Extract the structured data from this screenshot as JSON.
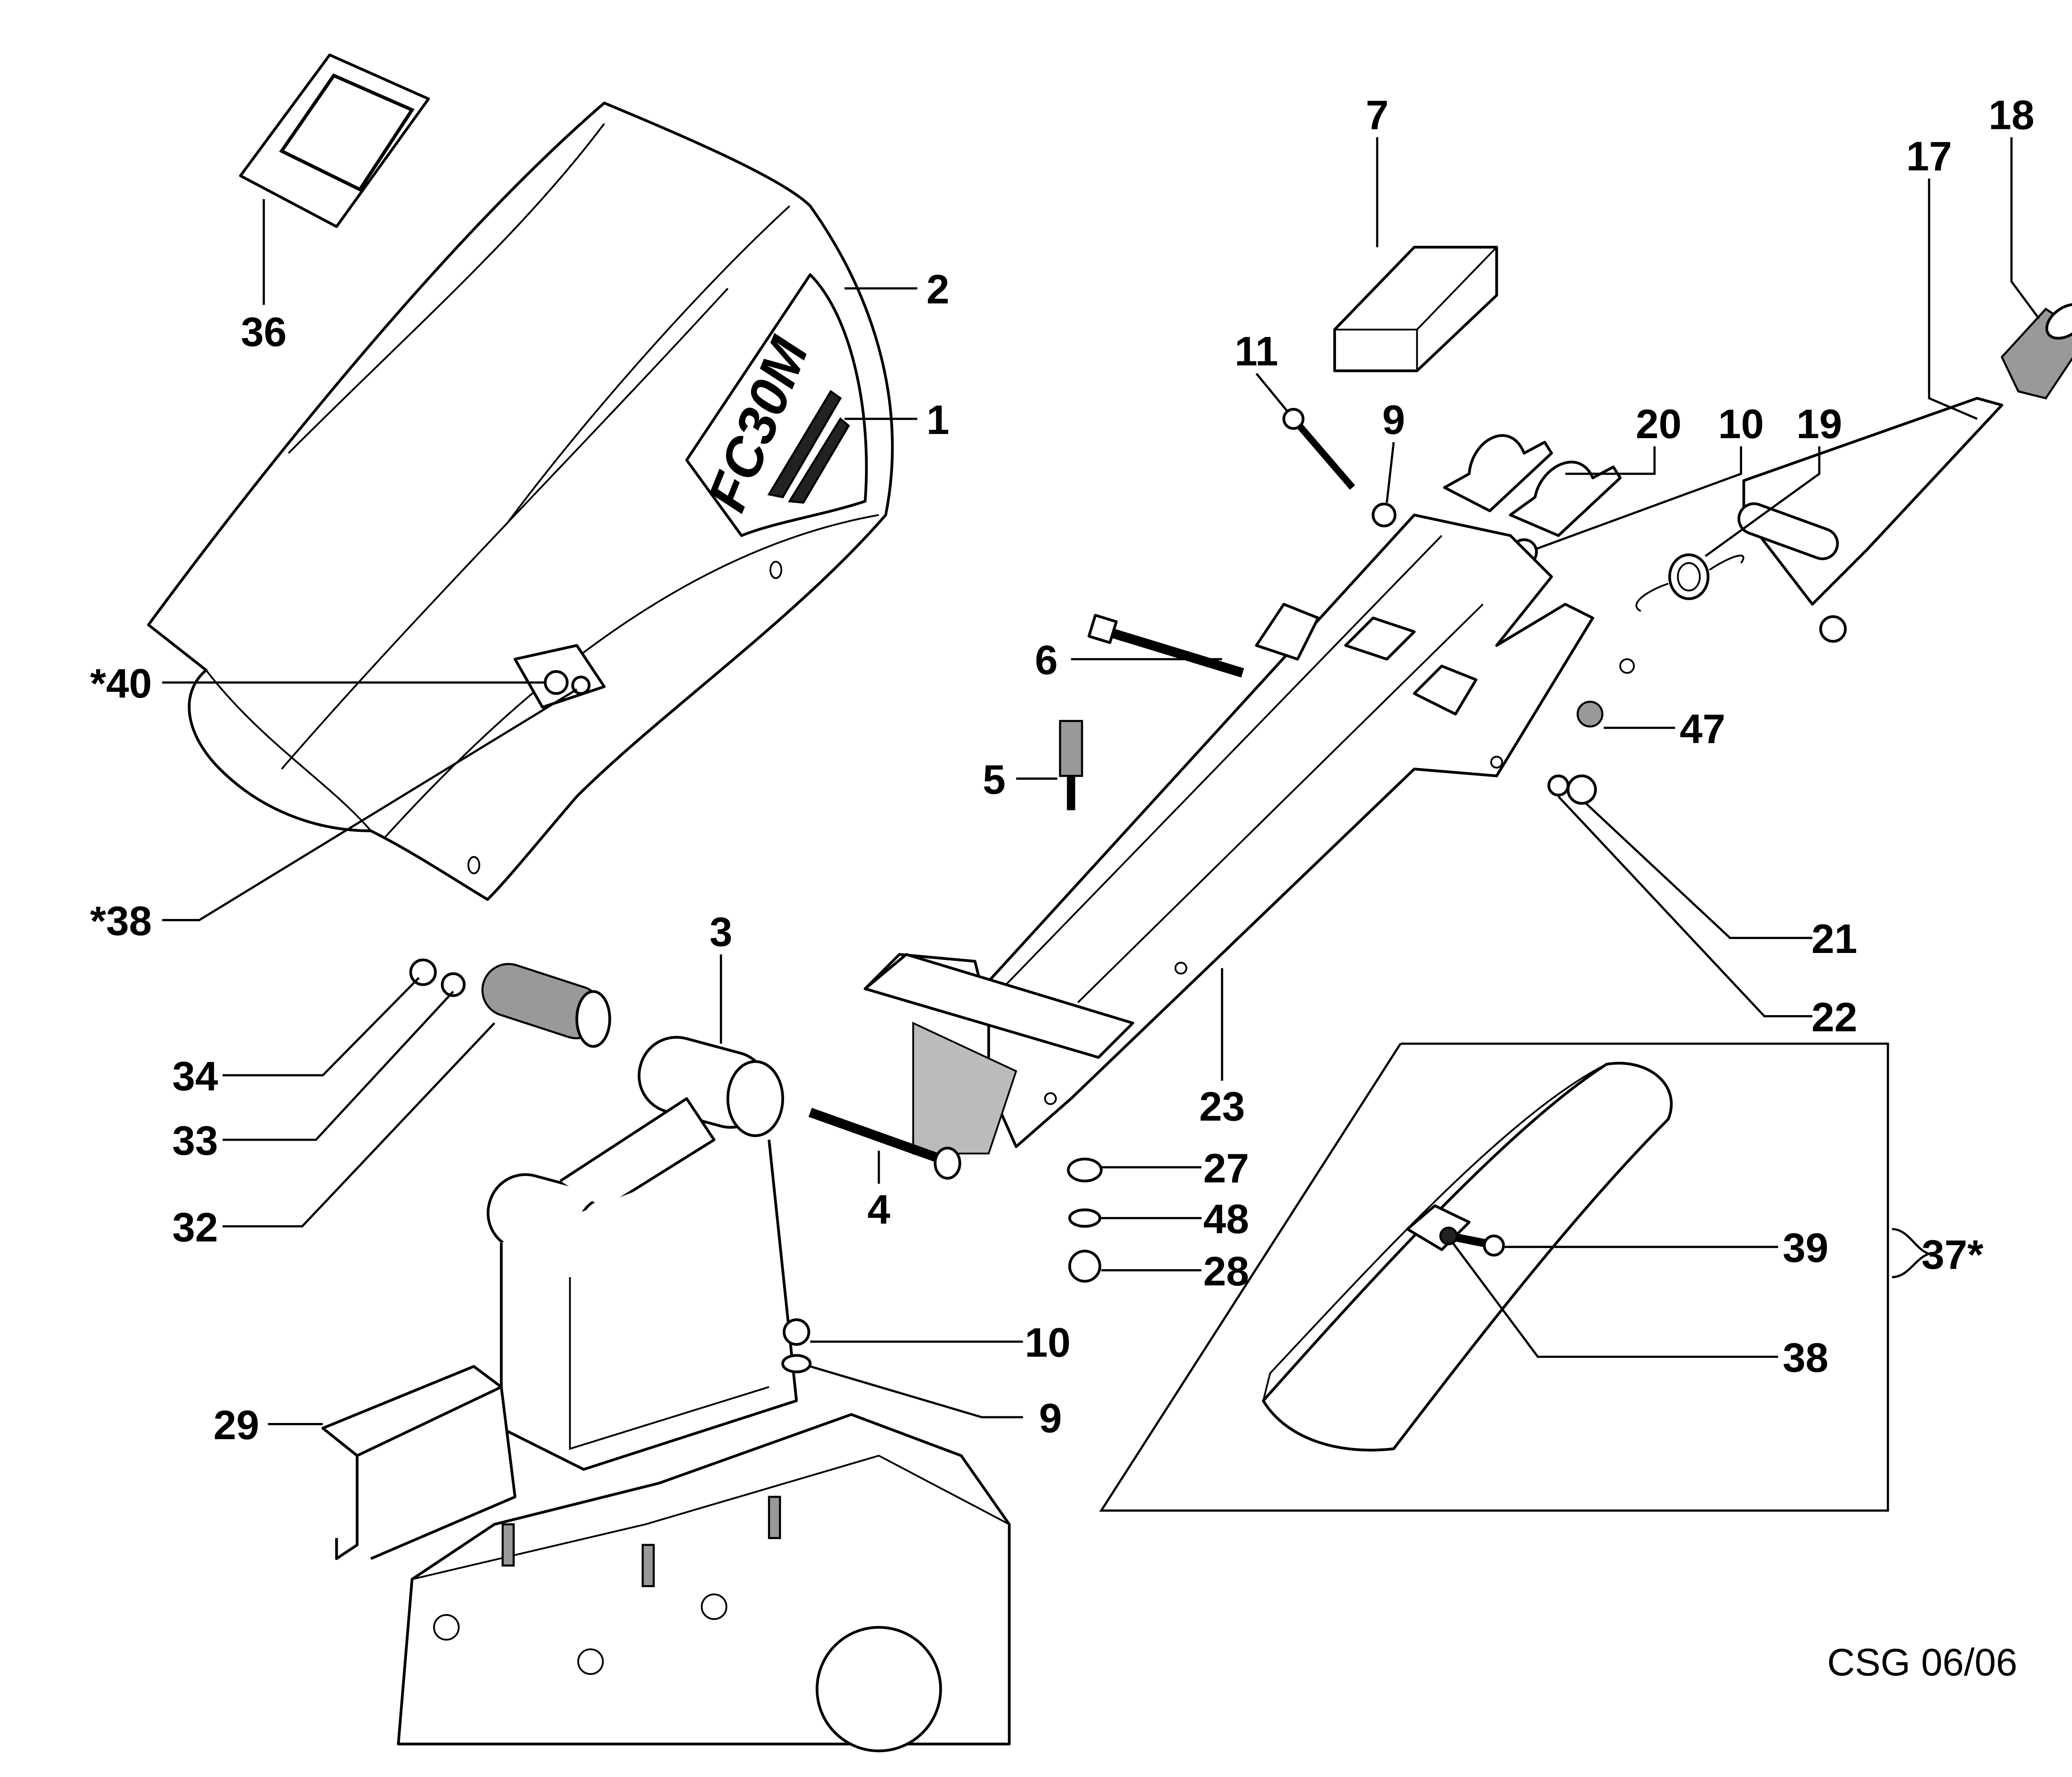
{
  "diagram": {
    "hood_logo": "FC30M",
    "footer_code": "CSG 06/06",
    "callouts": {
      "c1": "1",
      "c2": "2",
      "c3": "3",
      "c4": "4",
      "c5": "5",
      "c6": "6",
      "c7": "7",
      "c9a": "9",
      "c9b": "9",
      "c10a": "10",
      "c10b": "10",
      "c11": "11",
      "c17": "17",
      "c18": "18",
      "c19": "19",
      "c20": "20",
      "c21": "21",
      "c22": "22",
      "c23": "23",
      "c27": "27",
      "c28": "28",
      "c29": "29",
      "c32": "32",
      "c33": "33",
      "c34": "34",
      "c36": "36",
      "c37": "37*",
      "c38a": "*38",
      "c38b": "38",
      "c39": "39",
      "c40": "*40",
      "c47": "47",
      "c48": "48"
    }
  }
}
